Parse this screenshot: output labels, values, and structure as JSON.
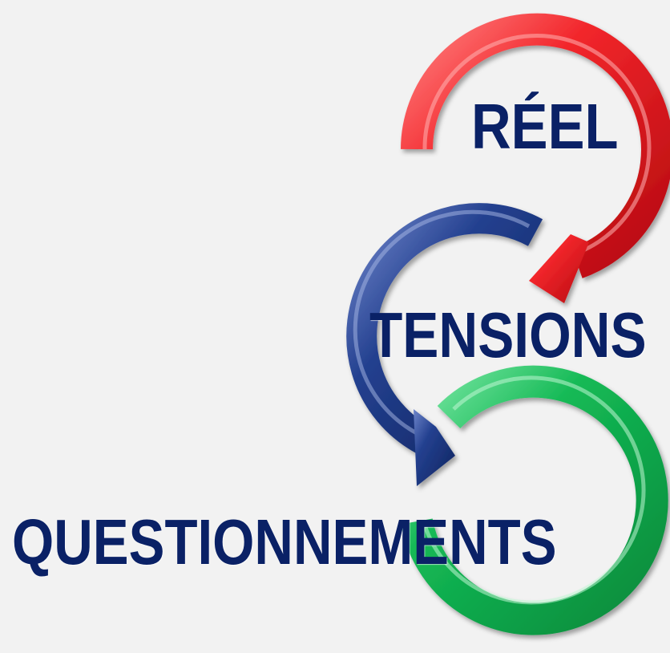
{
  "diagram": {
    "words": {
      "reel": "RÉEL",
      "tensions": "TENSIONS",
      "questionnements": "QUESTIONNEMENTS"
    },
    "colors": {
      "background": "#f2f2f2",
      "text": "#0a2166",
      "red_arrow": "#e3141b",
      "blue_arrow": "#1f3b86",
      "green_arrow": "#0fb14f"
    }
  }
}
